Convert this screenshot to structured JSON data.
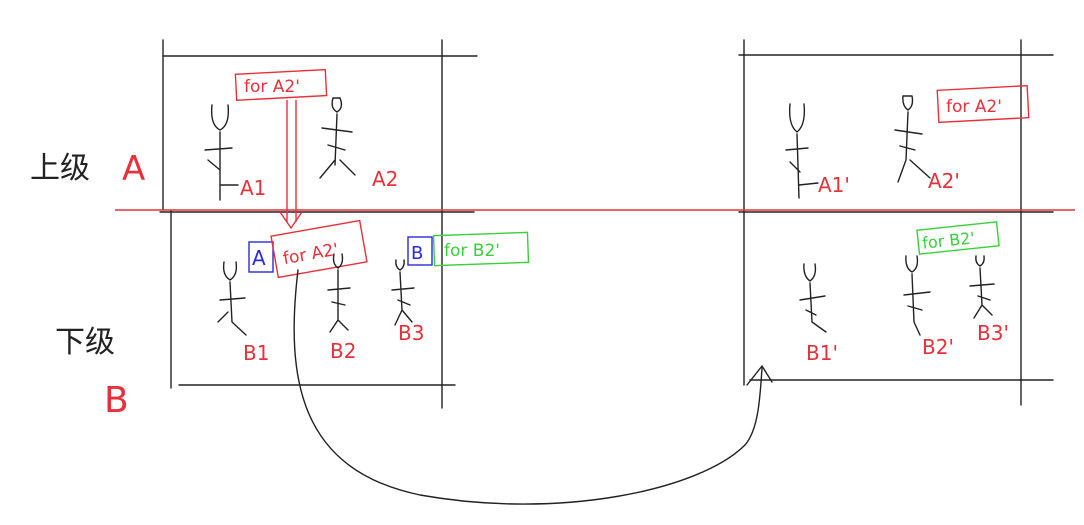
{
  "labels": {
    "upper_level_text": "上级",
    "upper_level_letter": "A",
    "lower_level_text": "下级",
    "lower_level_letter": "B"
  },
  "left_panel": {
    "a1": "A1",
    "a2": "A2",
    "b1": "B1",
    "b2": "B2",
    "b3": "B3",
    "note_top": "for A2'",
    "note_moved": "for A2'",
    "tag_a": "A",
    "tag_b": "B",
    "note_b2": "for B2'"
  },
  "right_panel": {
    "a1": "A1'",
    "a2": "A2'",
    "b1": "B1'",
    "b2": "B2'",
    "b3": "B3'",
    "note_a2": "for A2'",
    "note_b2": "for B2'"
  },
  "colors": {
    "red": "#e8303a",
    "green": "#39d039",
    "blue": "#2a2ad8",
    "ink": "#222222"
  }
}
